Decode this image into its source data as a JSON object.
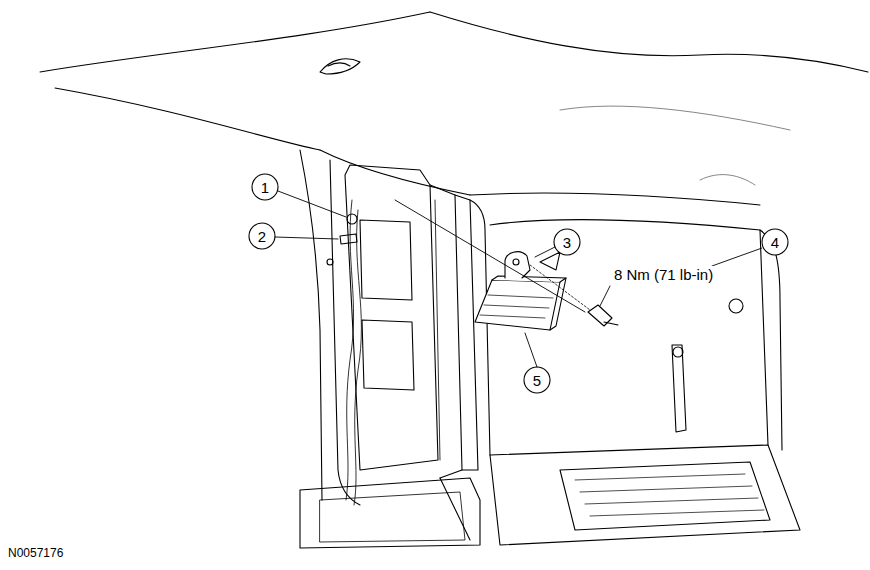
{
  "diagram": {
    "labels": [
      "1",
      "2",
      "3",
      "4",
      "5",
      "8 Nm (71 lb-in)",
      "N0057176"
    ]
  }
}
